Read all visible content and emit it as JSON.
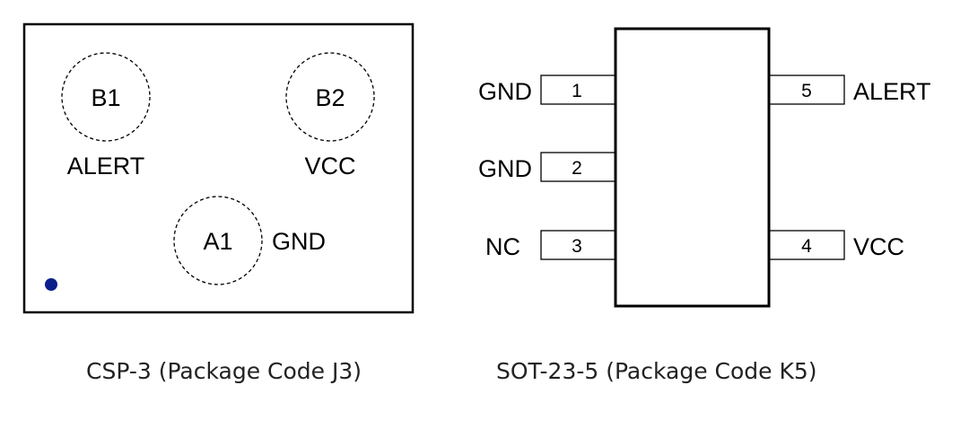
{
  "csp": {
    "balls": [
      {
        "id": "B1",
        "signal": "ALERT"
      },
      {
        "id": "B2",
        "signal": "VCC"
      },
      {
        "id": "A1",
        "signal": "GND"
      }
    ],
    "pin1_marker_color": "#0b1f8a",
    "caption": "CSP-3 (Package Code J3)"
  },
  "sot": {
    "pins": [
      {
        "num": "1",
        "signal": "GND"
      },
      {
        "num": "2",
        "signal": "GND"
      },
      {
        "num": "3",
        "signal": "NC"
      },
      {
        "num": "4",
        "signal": "VCC"
      },
      {
        "num": "5",
        "signal": "ALERT"
      }
    ],
    "caption": "SOT-23-5 (Package Code K5)"
  }
}
